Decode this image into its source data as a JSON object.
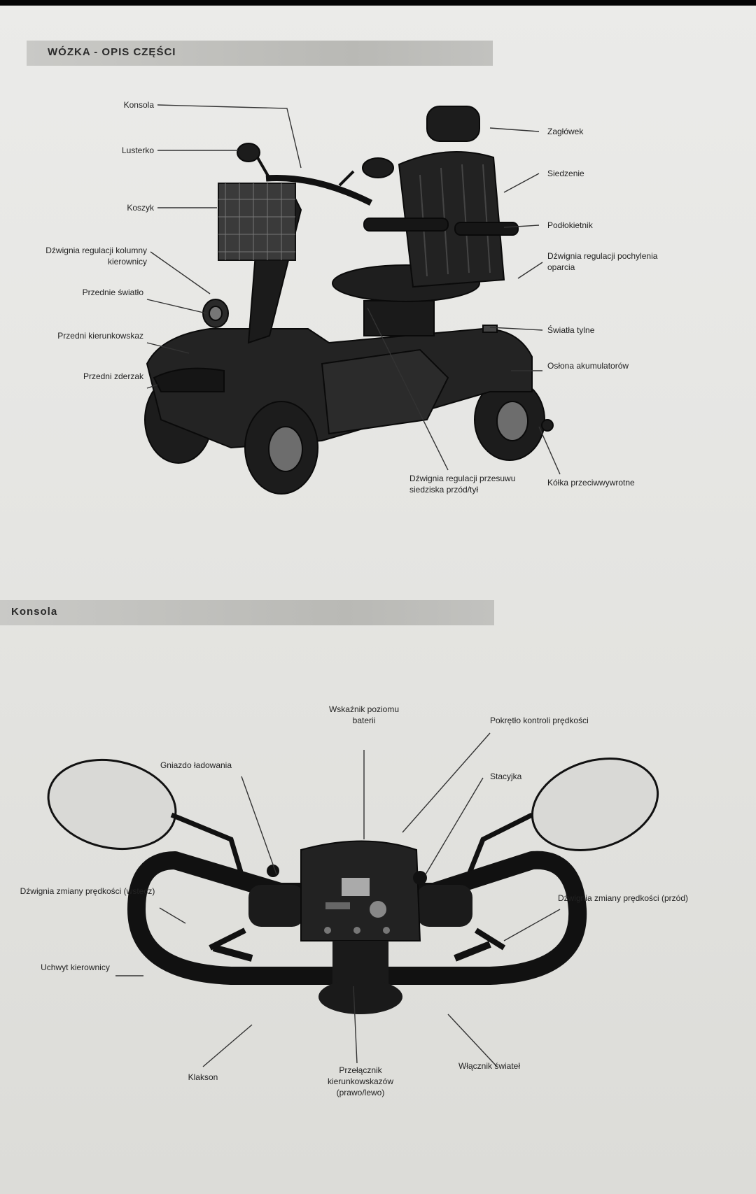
{
  "section1": {
    "prefix": "",
    "title": "WÓZKA - OPIS CZĘŚCI"
  },
  "section2": {
    "title": "Konsola"
  },
  "scooter_labels": {
    "konsola": "Konsola",
    "lusterko": "Lusterko",
    "koszyk": "Koszyk",
    "dzwignia_kolumny": "Dźwignia regulacji kolumny kierownicy",
    "przedni_swiatlo": "Przednie światło",
    "przedni_kierunkowskaz": "Przedni kierunkowskaz",
    "przedni_zderzak": "Przedni zderzak",
    "zaglowek": "Zagłówek",
    "siedzenie": "Siedzenie",
    "podlokietnik": "Podłokietnik",
    "dzwignia_oparcia": "Dźwignia regulacji pochylenia oparcia",
    "swiatla_tylne": "Światła tylne",
    "oslona_akumulatorow": "Osłona akumulatorów",
    "dzwignia_siedziska": "Dźwignia regulacji przesuwu siedziska przód/tył",
    "kolka": "Kółka przeciwwywrotne"
  },
  "console_labels": {
    "wskaznik": "Wskaźnik poziomu baterii",
    "pokretlo": "Pokrętło kontroli prędkości",
    "gniazdo": "Gniazdo ładowania",
    "stacyjka": "Stacyjka",
    "dzwignia_lewa": "Dźwignia zmiany prędkości (wstecz)",
    "dzwignia_prawa": "Dźwignia zmiany prędkości (przód)",
    "uchwyt": "Uchwyt kierownicy",
    "klakson": "Klakson",
    "przelacznik": "Przełącznik kierunkowskazów (prawo/lewo)",
    "wlacznik": "Włącznik świateł"
  }
}
